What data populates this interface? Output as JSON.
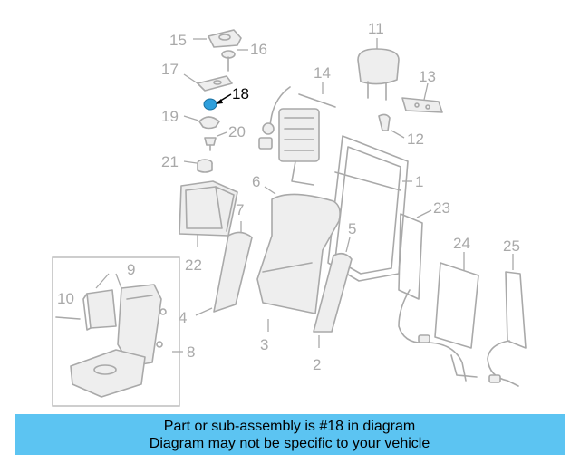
{
  "diagram": {
    "highlight_color": "#2e9fdc",
    "line_color": "#a9a9a9",
    "labels": {
      "l1": "1",
      "l2": "2",
      "l3": "3",
      "l4": "4",
      "l5": "5",
      "l6": "6",
      "l7": "7",
      "l8": "8",
      "l9": "9",
      "l10": "10",
      "l11": "11",
      "l12": "12",
      "l13": "13",
      "l14": "14",
      "l15": "15",
      "l16": "16",
      "l17": "17",
      "l18": "18",
      "l19": "19",
      "l20": "20",
      "l21": "21",
      "l22": "22",
      "l23": "23",
      "l24": "24",
      "l25": "25"
    }
  },
  "banner": {
    "background": "#5cc4f2",
    "line1": "Part or sub-assembly is #18 in diagram",
    "line2": "Diagram may not be specific to your vehicle"
  }
}
